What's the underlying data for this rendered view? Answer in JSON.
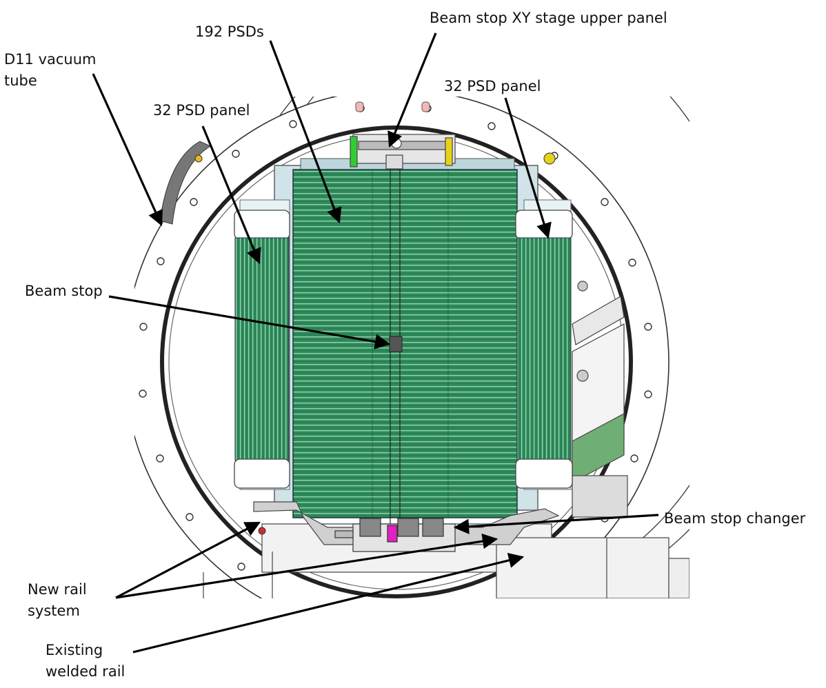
{
  "labels": {
    "beam_stop_xy": "Beam stop XY stage upper panel",
    "psd_192": "192 PSDs",
    "d11_line1": "D11 vacuum",
    "d11_line2": "tube",
    "psd_panel_left": "32 PSD panel",
    "psd_panel_right": "32 PSD panel",
    "beam_stop": "Beam stop",
    "beam_stop_changer": "Beam stop changer",
    "new_rail_line1": "New rail",
    "new_rail_line2": "system",
    "existing_rail_line1": "Existing",
    "existing_rail_line2": "welded rail"
  },
  "colors": {
    "detector_green": "#2e8a5a",
    "detector_stripe": "#a8e0bf",
    "frame_line": "#555555",
    "accent_green": "#33cc33",
    "accent_yellow": "#e6d21a",
    "accent_magenta": "#e020c0",
    "accent_pink": "#f2b8b8"
  }
}
